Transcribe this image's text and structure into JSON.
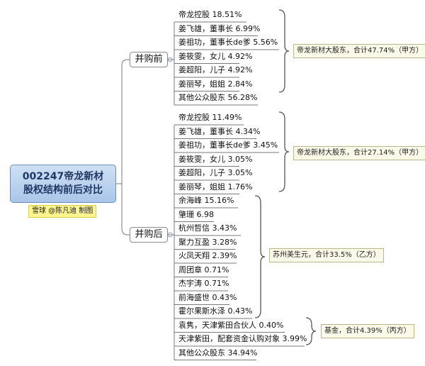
{
  "title": {
    "line1": "002247帝龙新材",
    "line2": "股权结构前后对比"
  },
  "credit": "雪球 @陈凡迪 制图",
  "before": {
    "label": "并购前",
    "items": [
      "帝龙控股 18.51%",
      "姜飞雄，董事长  6.99%",
      "姜祖功，董事长de爹 5.56%",
      "姜筱雯，女儿 4.92%",
      "姜超阳，儿子 4.92%",
      "姜丽琴，姐姐 2.84%",
      "其他公众股东 56.28%"
    ],
    "note": "帝龙新材大股东，合计47.74%（甲方）"
  },
  "after": {
    "label": "并购后",
    "items": [
      "帝龙控股 11.49%",
      "姜飞雄，董事长 4.34%",
      "姜祖功，董事长de爹 3.45%",
      "姜筱雯，女儿 3.05%",
      "姜超阳，儿子 3.05%",
      "姜丽琴，姐姐 1.76%",
      "余海峰 15.16%",
      "肇珊 6.98",
      "杭州哲信 3.43%",
      "聚力互盈 3.28%",
      "火凤天翔 2.39%",
      "周团章 0.71%",
      "杰宇涛 0.71%",
      "前海盛世 0.43%",
      "霍尔果斯水泽 0.43%",
      "袁隽，天津紫田合伙人 0.40%",
      "天津紫田，配套资金认购对象 3.99%",
      "其他公众股东 34.94%"
    ],
    "notes": [
      "帝龙新材大股东，合计27.14%（甲方）",
      "苏州美生元，合计33.5%（乙方）",
      "基金，合计4.39%（丙方）"
    ]
  }
}
